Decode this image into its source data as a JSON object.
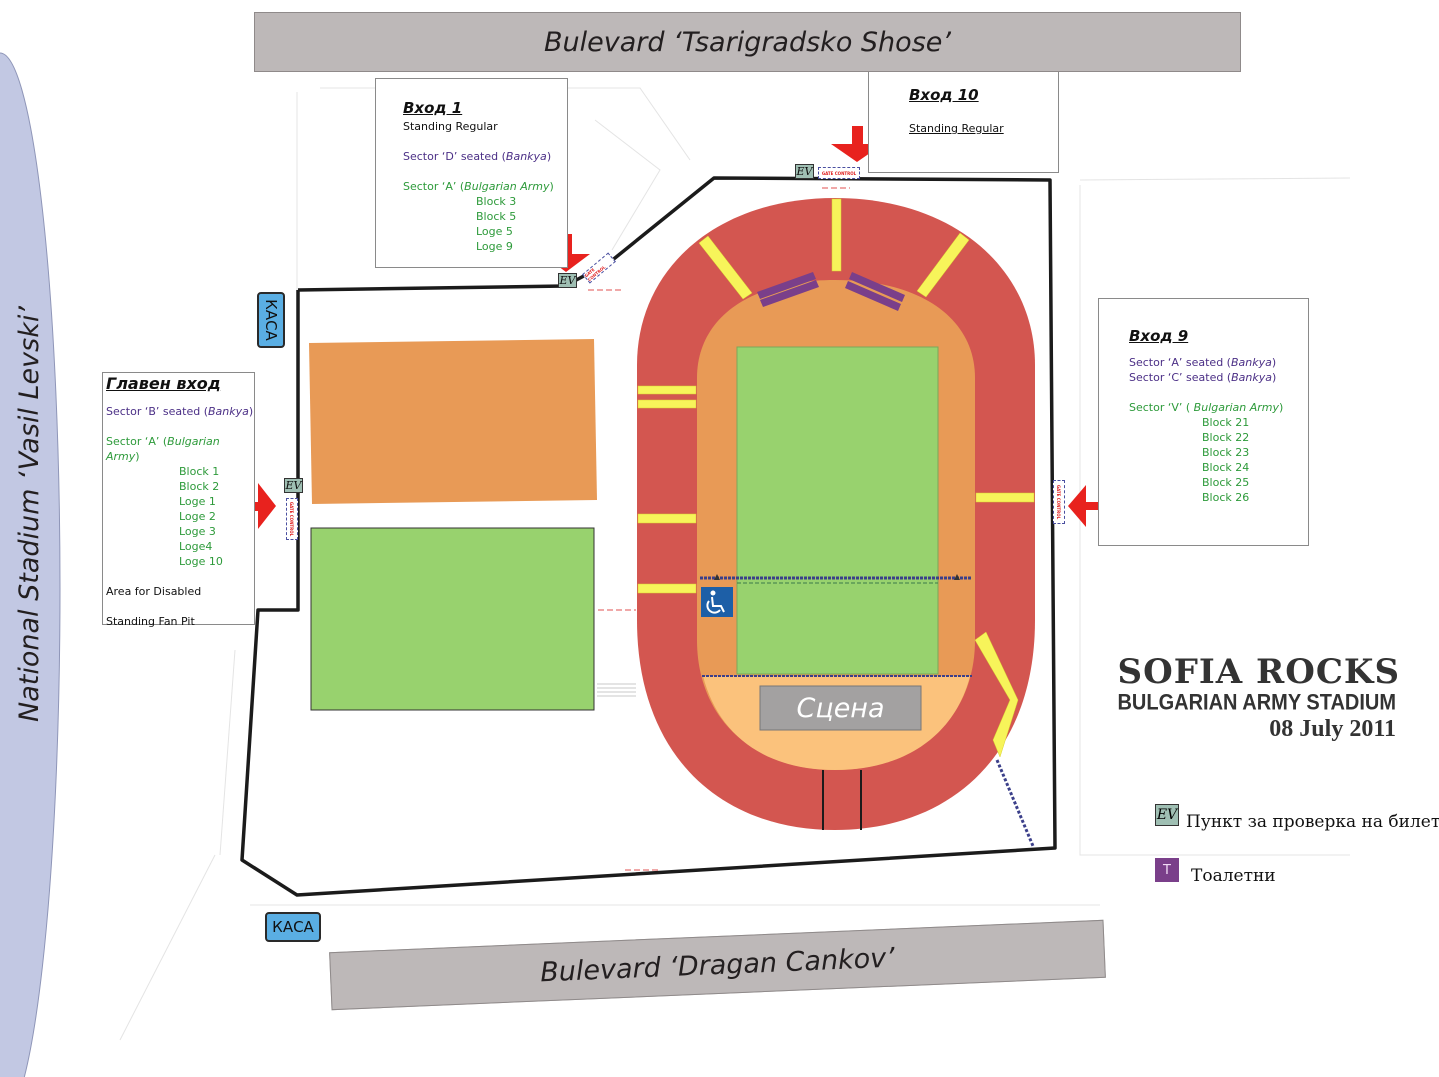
{
  "roads": {
    "top": "Bulevard ‘Tsarigradsko Shose’",
    "bottom": "Bulevard ‘Dragan Cankov’",
    "left_stadium": "National Stadium ‘Vasil Levski’"
  },
  "gates": {
    "gate1": {
      "title": "Вход 1",
      "lines": [
        "Standing Regular"
      ],
      "sector_d": "Sector ‘D’ seated (",
      "bankya": "Bankya",
      "close": ")",
      "sector_a_prefix": "Sector ‘A’ (",
      "bulgarian_army": "Bulgarian Army",
      "blocks": [
        "Block 3",
        "Block 5",
        "Loge 5",
        "Loge 9"
      ]
    },
    "gate10": {
      "title": "Вход 10",
      "lines": [
        "Standing Regular"
      ]
    },
    "main": {
      "title": "Главен вход",
      "sector_b": "Sector ‘B’ seated (",
      "bankya": "Bankya",
      "close": ")",
      "sector_a_prefix": "Sector ‘A’ (",
      "bulgarian_army": "Bulgarian Army",
      "blocks": [
        "Block 1",
        "Block 2",
        "Loge 1",
        "Loge 2",
        "Loge 3",
        "Loge4",
        "Loge 10"
      ],
      "disabled": "Area for Disabled",
      "fanpit": "Standing Fan Pit"
    },
    "gate9": {
      "title": "Вход 9",
      "sector_a": "Sector ‘A’ seated (",
      "sector_c": "Sector ‘C’ seated (",
      "bankya": "Bankya",
      "close": ")",
      "sector_v_prefix": "Sector ‘V’  ( ",
      "bulgarian_army": "Bulgarian Army",
      "blocks": [
        "Block 21",
        "Block 22",
        "Block 23",
        "Block 24",
        "Block 25",
        "Block 26"
      ]
    }
  },
  "kasa_label": "КАСА",
  "ev_label": "EV",
  "gate_control_label": "GATE CONTROL",
  "stage_label": "Сцена",
  "legend": {
    "ev_text": "Пункт за проверка на билети",
    "t_label": "T",
    "t_text": "Тоалетни"
  },
  "brand": {
    "title": "SOFIA ROCKS",
    "subtitle": "BULGARIAN ARMY STADIUM",
    "date": "08 July 2011"
  },
  "colors": {
    "seats": "#d35650",
    "track": "#e89a56",
    "field": "#98d26e",
    "stage_area": "#fbc27c",
    "stage": "#a3a1a1",
    "aisle": "#f7f45a",
    "arrow": "#e8221e",
    "toilet": "#7a3f8a",
    "road": "#bdb8b8",
    "left_stadium": "#c2c8e3"
  }
}
